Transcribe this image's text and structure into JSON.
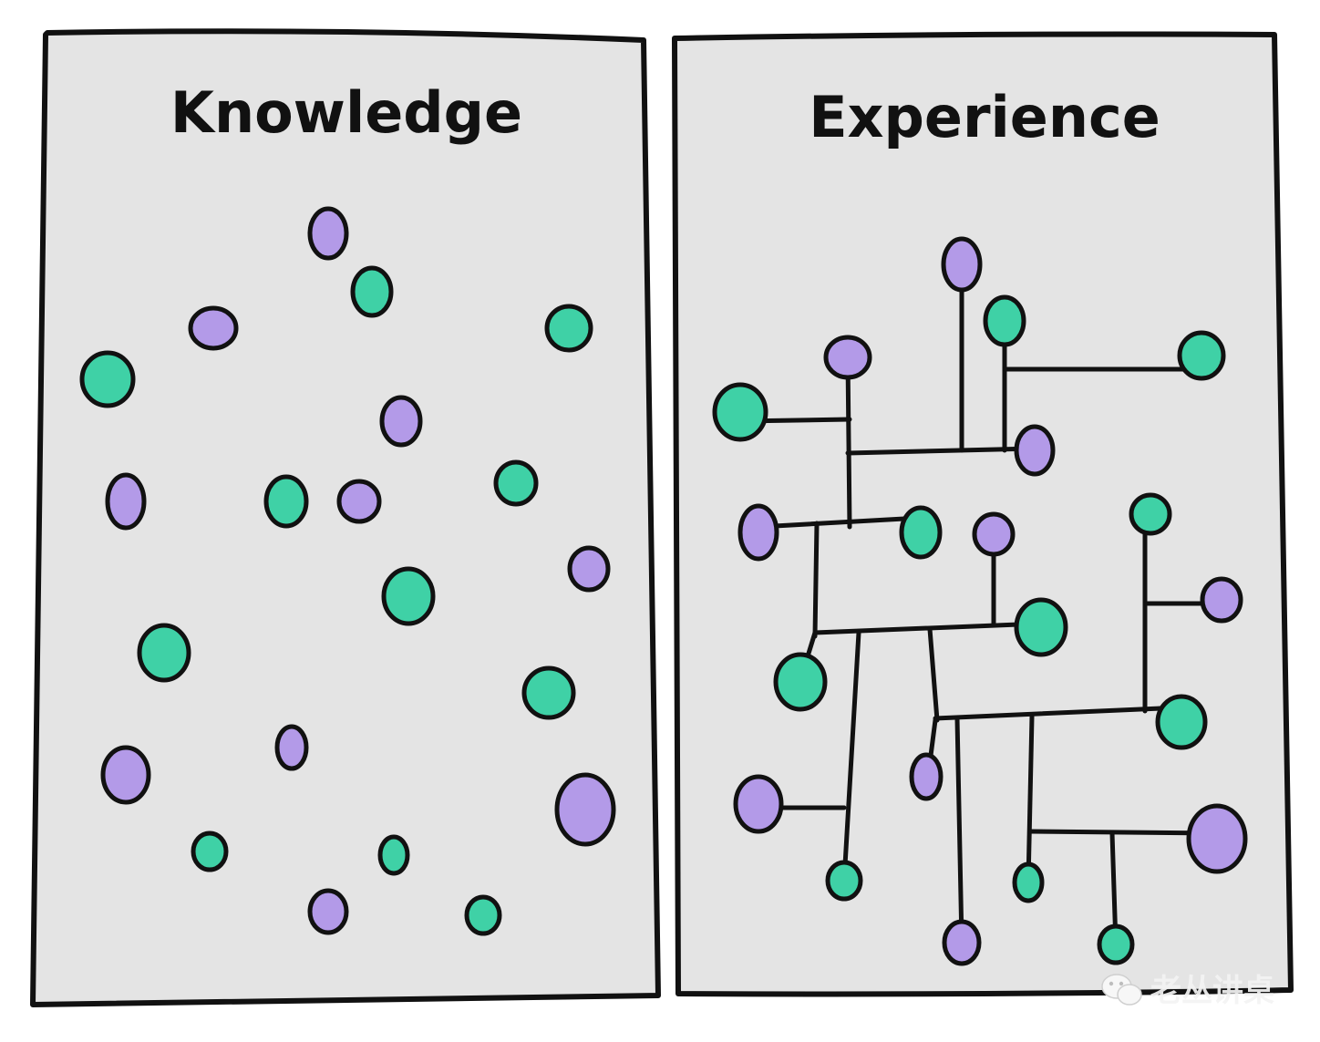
{
  "panels": {
    "left": {
      "title": "Knowledge"
    },
    "right": {
      "title": "Experience"
    }
  },
  "watermark": {
    "text": "老丛讲桌",
    "icon": "wechat-icon"
  },
  "colors": {
    "background": "#ffffff",
    "panel_fill": "#e4e4e4",
    "outline": "#111111",
    "node_purple": "#b39ae8",
    "node_green": "#3fd1a6"
  }
}
